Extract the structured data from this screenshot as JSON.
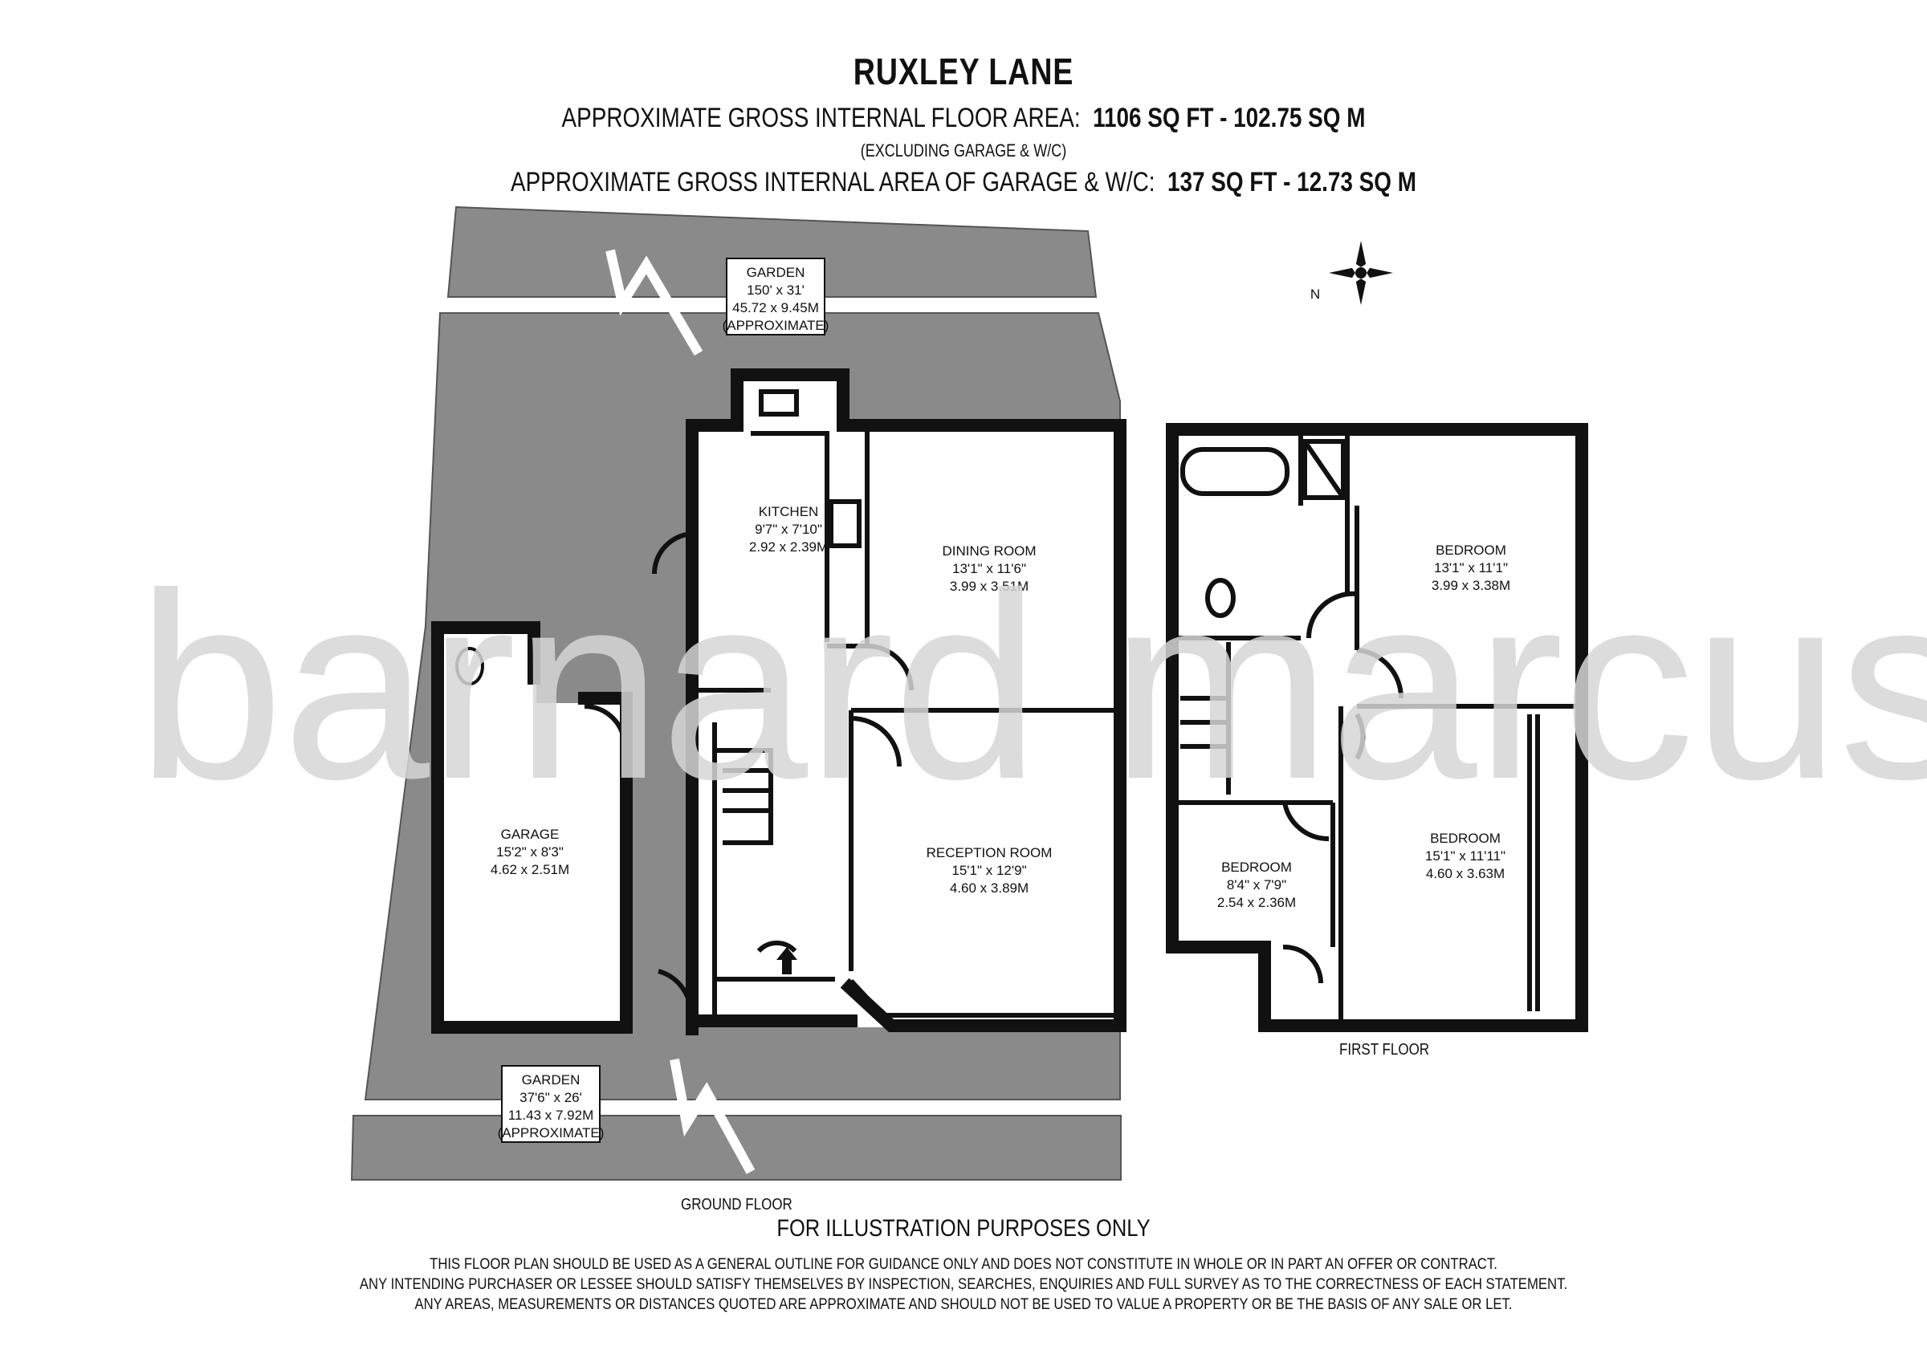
{
  "header": {
    "title": "RUXLEY LANE",
    "floor_area_label": "APPROXIMATE GROSS INTERNAL FLOOR AREA:",
    "floor_area_value": "1106 SQ FT  -  102.75 SQ M",
    "floor_area_note": "(EXCLUDING GARAGE & W/C)",
    "garage_area_label": "APPROXIMATE GROSS INTERNAL AREA OF GARAGE & W/C:",
    "garage_area_value": "137 SQ FT  -  12.73 SQ M"
  },
  "compass": {
    "label": "N"
  },
  "watermark": "barnard marcus",
  "ground_floor": {
    "label": "GROUND FLOOR",
    "rooms": {
      "garden_rear": {
        "name": "GARDEN",
        "dim_imperial": "150' x 31'",
        "dim_metric": "45.72 x 9.45M",
        "note": "(APPROXIMATE)"
      },
      "garden_front": {
        "name": "GARDEN",
        "dim_imperial": "37'6\" x 26'",
        "dim_metric": "11.43 x 7.92M",
        "note": "(APPROXIMATE)"
      },
      "kitchen": {
        "name": "KITCHEN",
        "dim_imperial": "9'7\" x 7'10\"",
        "dim_metric": "2.92 x 2.39M"
      },
      "dining_room": {
        "name": "DINING ROOM",
        "dim_imperial": "13'1\" x 11'6\"",
        "dim_metric": "3.99 x 3.51M"
      },
      "reception_room": {
        "name": "RECEPTION ROOM",
        "dim_imperial": "15'1\" x 12'9\"",
        "dim_metric": "4.60 x 3.89M"
      },
      "garage": {
        "name": "GARAGE",
        "dim_imperial": "15'2\" x 8'3\"",
        "dim_metric": "4.62 x 2.51M"
      }
    }
  },
  "first_floor": {
    "label": "FIRST FLOOR",
    "rooms": {
      "bedroom_rear": {
        "name": "BEDROOM",
        "dim_imperial": "13'1\" x 11'1\"",
        "dim_metric": "3.99 x 3.38M"
      },
      "bedroom_front": {
        "name": "BEDROOM",
        "dim_imperial": "15'1\" x 11'11\"",
        "dim_metric": "4.60 x 3.63M"
      },
      "bedroom_small": {
        "name": "BEDROOM",
        "dim_imperial": "8'4\" x 7'9\"",
        "dim_metric": "2.54 x 2.36M"
      }
    }
  },
  "footer": {
    "illustration": "FOR ILLUSTRATION PURPOSES ONLY",
    "disclaimer_1": "THIS FLOOR PLAN SHOULD BE USED AS A GENERAL OUTLINE FOR GUIDANCE ONLY AND DOES NOT CONSTITUTE IN WHOLE OR IN PART AN OFFER OR CONTRACT.",
    "disclaimer_2": "ANY INTENDING PURCHASER OR LESSEE SHOULD SATISFY THEMSELVES BY INSPECTION, SEARCHES, ENQUIRIES AND FULL SURVEY AS TO THE CORRECTNESS OF EACH STATEMENT.",
    "disclaimer_3": "ANY AREAS, MEASUREMENTS OR DISTANCES QUOTED ARE APPROXIMATE AND SHOULD NOT BE USED TO VALUE A PROPERTY OR BE THE BASIS OF ANY SALE OR LET."
  },
  "colors": {
    "wall": "#111111",
    "garden": "#8a8a8a",
    "watermark": "#d6d6d6",
    "label_box": "#ffffff"
  }
}
